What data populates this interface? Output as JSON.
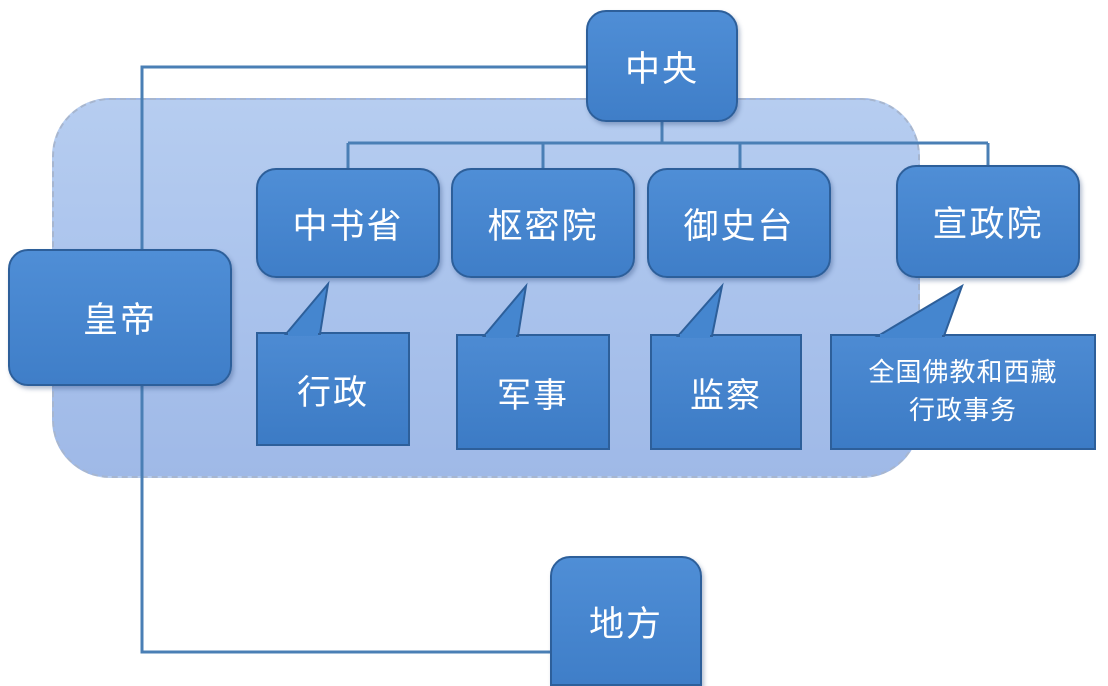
{
  "nodes": {
    "zhongyang": "中央",
    "huangdi": "皇帝",
    "difang": "地方",
    "zhongshusheng": "中书省",
    "shumiyuan": "枢密院",
    "yushitai": "御史台",
    "xuanzhengyuan": "宣政院"
  },
  "callouts": {
    "xingzheng": "行政",
    "junshi": "军事",
    "jiancha": "监察",
    "xuanzheng_line1": "全国佛教和西藏",
    "xuanzheng_line2": "行政事务"
  },
  "colors": {
    "node_fill": "#4586cf",
    "node_border": "#2d5f9a",
    "region_fill": "#abc4ed",
    "connector": "#4a7fb5"
  }
}
